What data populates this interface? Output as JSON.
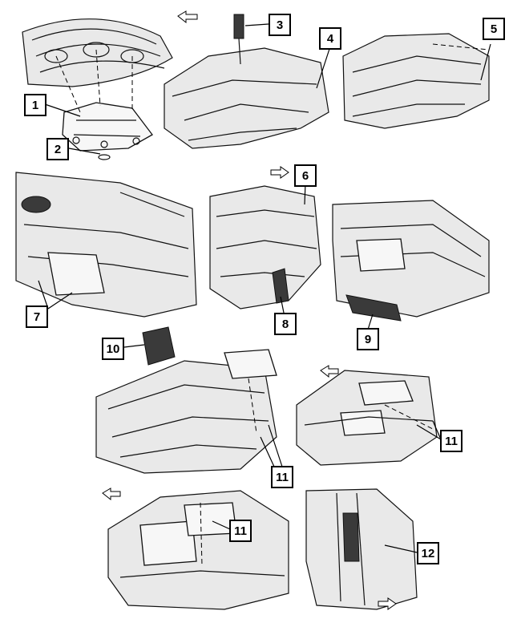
{
  "callouts": [
    {
      "id": "c1",
      "label": "1"
    },
    {
      "id": "c2",
      "label": "2"
    },
    {
      "id": "c3",
      "label": "3"
    },
    {
      "id": "c4",
      "label": "4"
    },
    {
      "id": "c5",
      "label": "5"
    },
    {
      "id": "c6",
      "label": "6"
    },
    {
      "id": "c7",
      "label": "7"
    },
    {
      "id": "c8",
      "label": "8"
    },
    {
      "id": "c9",
      "label": "9"
    },
    {
      "id": "c10",
      "label": "10"
    },
    {
      "id": "c11a",
      "label": "11"
    },
    {
      "id": "c11b",
      "label": "11"
    },
    {
      "id": "c11c",
      "label": "11"
    },
    {
      "id": "c12",
      "label": "12"
    }
  ],
  "icons": [
    "front-direction-arrow-icon"
  ]
}
